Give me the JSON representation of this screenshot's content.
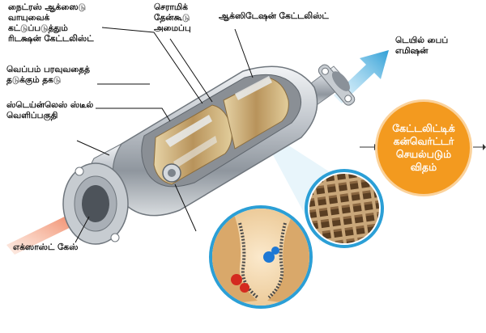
{
  "labels": {
    "nitrous": [
      "நைட்ரஸ் ஆக்ஸைடு",
      "வாயுவைக்",
      "கட்டுப்படுத்தும்",
      "ரிடக்ஷன் கேட்டலிஸ்ட்"
    ],
    "ceramic": [
      "செராமிக்",
      "தேன்கூடு",
      "அமைப்பு"
    ],
    "oxidation": [
      "ஆக்ஸிடேஷன் கேட்டலிஸ்ட்"
    ],
    "tailpipe": [
      "டெயில் பைப்",
      "எமிஷன்"
    ],
    "heat_shield": [
      "வெப்பம் பரவுவதைத்",
      "தடுக்கும் தகடு"
    ],
    "stainless": [
      "ஸ்டெய்ன்லெஸ் ஸ்டீல்",
      "வெளிப்பகுதி"
    ],
    "exhaust": [
      "எக்ஸாஸ்ட் கேஸ்"
    ]
  },
  "badge": [
    "கேட்டலிட்டிக்",
    "கன்வெர்ட்டர்",
    "செயல்படும்",
    "விதம்"
  ],
  "colors": {
    "badge": "#f39a1f",
    "intake_arrow": "#e8562a",
    "outlet_arrow": "#3aa6d8",
    "steel": "#b9bfc6",
    "catalyst": "#c9a66a"
  }
}
